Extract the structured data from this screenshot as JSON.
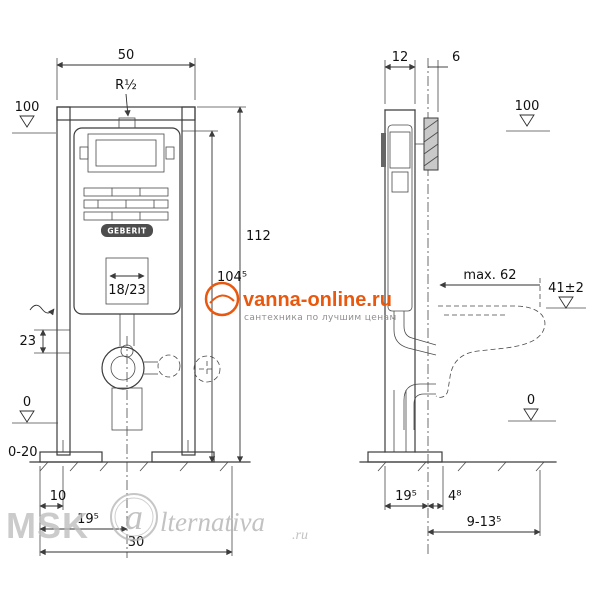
{
  "colors": {
    "accent": "#e8590f",
    "watermark_gray": "#b5b5b5",
    "line": "#3c3c3c"
  },
  "front_view": {
    "dim_width": "50",
    "dim_inlet": "R½",
    "level_100": "100",
    "dim_total_height": "112",
    "dim_inner_height": "104⁵",
    "dim_flush_pipe": "18/23",
    "dim_left": "23",
    "level_zero": "0",
    "floor_range": "0-20",
    "dim_foot_offset": "10",
    "dim_outlet_center": "19⁵",
    "dim_outlet_side": "30",
    "brand_plate": "GEBERIT"
  },
  "side_view": {
    "dim_depth": "12",
    "dim_rail": "6",
    "level_100": "100",
    "dim_max_depth": "max. 62",
    "dim_seat_height": "41±2",
    "level_zero": "0",
    "dim_foot": "19⁵",
    "dim_wall": "4⁸",
    "dim_outlet_range": "9-13⁵"
  },
  "watermark": {
    "brand": "vanna-online.ru",
    "tagline": "сантехника по лучшим ценам",
    "corner": "MSK",
    "script_initial": "a",
    "script_rest": "lternativa",
    "script_suffix": ".ru"
  }
}
